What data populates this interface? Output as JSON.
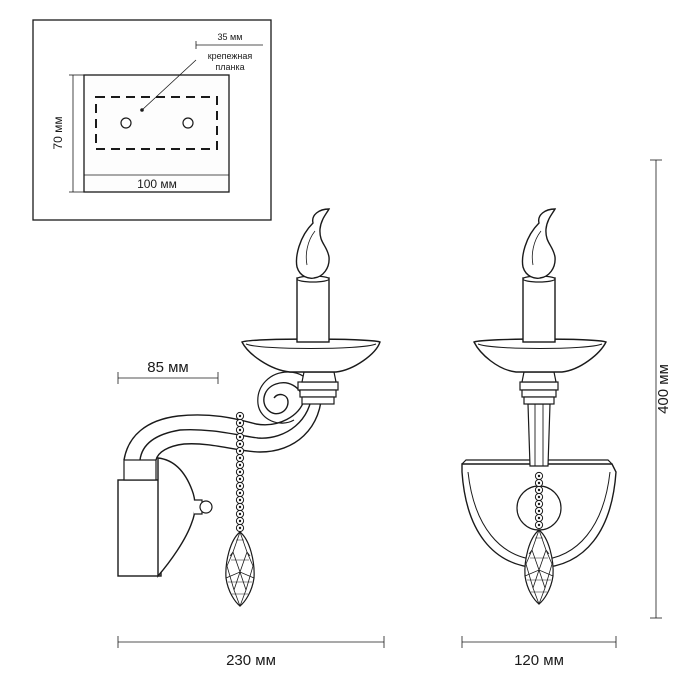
{
  "inset": {
    "top_label": "35 мм",
    "note_line1": "крепежная",
    "note_line2": "планка",
    "height_label": "70 мм",
    "width_label": "100 мм"
  },
  "dimensions": {
    "projection": "85 мм",
    "depth": "230 мм",
    "height": "400 мм",
    "width": "120 мм"
  },
  "colors": {
    "line": "#1a1a1a",
    "plate_fill": "#fdfdfd"
  }
}
